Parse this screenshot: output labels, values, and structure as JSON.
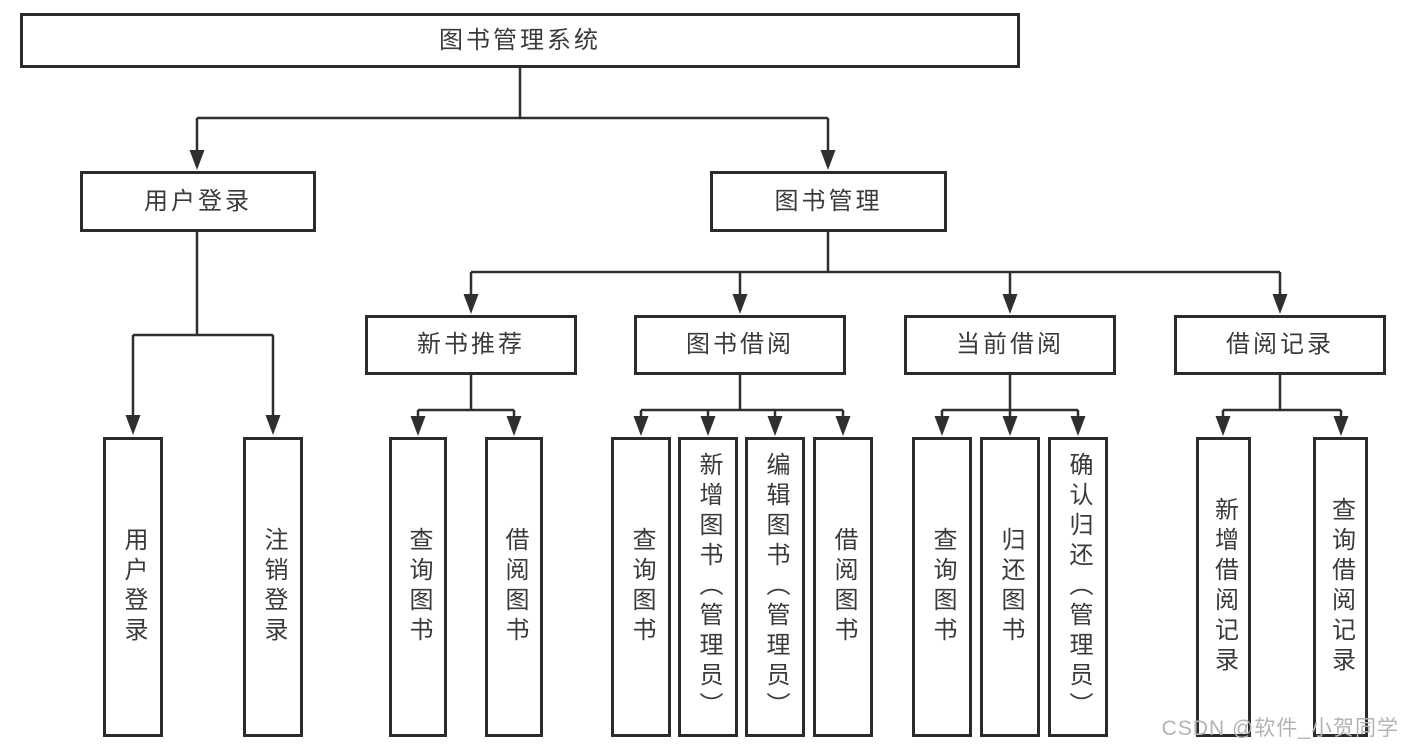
{
  "diagram": {
    "title": "图书管理系统",
    "root": {
      "label": "图书管理系统",
      "children": [
        {
          "label": "用户登录",
          "children": [
            {
              "label": "用户登录"
            },
            {
              "label": "注销登录"
            }
          ]
        },
        {
          "label": "图书管理",
          "children": [
            {
              "label": "新书推荐",
              "children": [
                {
                  "label": "查询图书"
                },
                {
                  "label": "借阅图书"
                }
              ]
            },
            {
              "label": "图书借阅",
              "children": [
                {
                  "label": "查询图书"
                },
                {
                  "label": "新增图书（管理员）"
                },
                {
                  "label": "编辑图书（管理员）"
                },
                {
                  "label": "借阅图书"
                }
              ]
            },
            {
              "label": "当前借阅",
              "children": [
                {
                  "label": "查询图书"
                },
                {
                  "label": "归还图书"
                },
                {
                  "label": "确认归还（管理员）"
                }
              ]
            },
            {
              "label": "借阅记录",
              "children": [
                {
                  "label": "新增借阅记录"
                },
                {
                  "label": "查询借阅记录"
                }
              ]
            }
          ]
        }
      ]
    }
  },
  "watermark": "CSDN @软件_小贺同学",
  "colors": {
    "line": "#2f2f2f",
    "box_border": "#2b2b2b",
    "text": "#3a3a3a",
    "watermark": "#b3b3b3",
    "background": "#ffffff"
  }
}
